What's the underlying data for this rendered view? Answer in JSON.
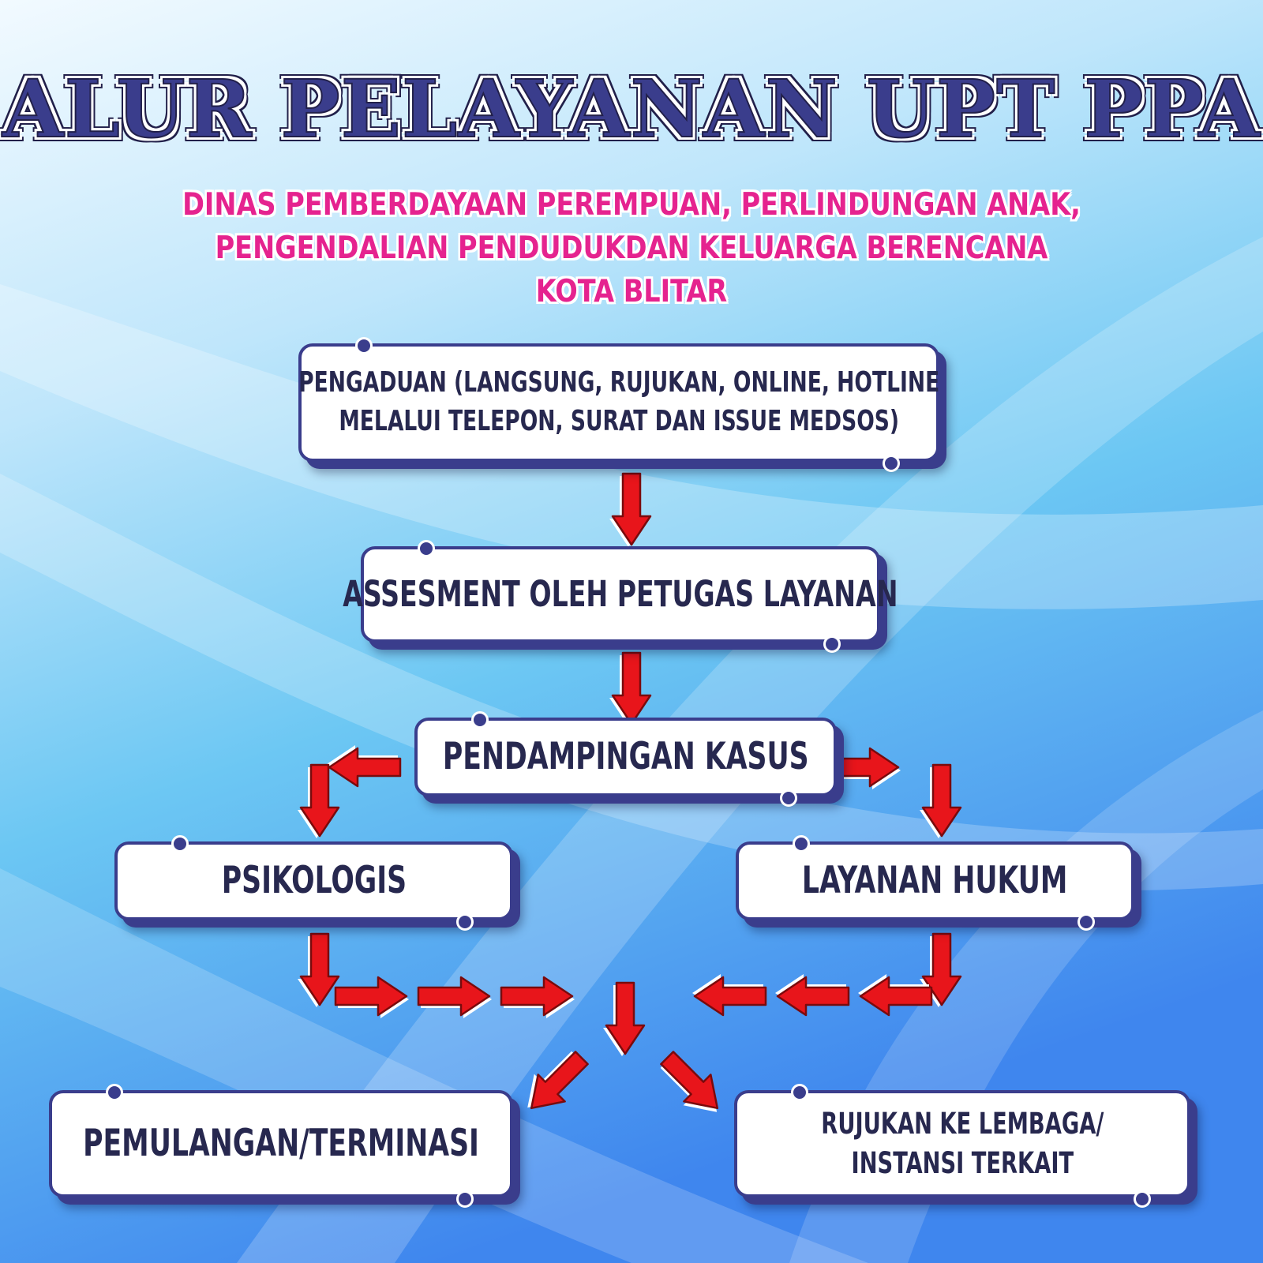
{
  "title": "ALUR PELAYANAN UPT PPA",
  "subtitle": {
    "line1": "DINAS PEMBERDAYAAN PEREMPUAN, PERLINDUNGAN ANAK,",
    "line2": "PENGENDALIAN PENDUDUKDAN KELUARGA BERENCANA",
    "line3": "KOTA BLITAR"
  },
  "nodes": {
    "pengaduan": {
      "line1": "PENGADUAN (LANGSUNG, RUJUKAN, ONLINE, HOTLINE",
      "line2": "MELALUI TELEPON, SURAT DAN ISSUE MEDSOS)"
    },
    "assesment": "ASSESMENT OLEH PETUGAS LAYANAN",
    "pendampingan": "PENDAMPINGAN KASUS",
    "psikologis": "PSIKOLOGIS",
    "layanan_hukum": "LAYANAN HUKUM",
    "pemulangan": "PEMULANGAN/TERMINASI",
    "rujukan": {
      "line1": "RUJUKAN KE LEMBAGA/",
      "line2": "INSTANSI TERKAIT"
    }
  },
  "colors": {
    "title_fill": "#3a3d8c",
    "subtitle_text": "#e5238f",
    "box_border": "#3a3d8c",
    "box_text": "#27284f",
    "arrow_fill": "#e8151b",
    "arrow_outline": "#7a0a0c",
    "dot": "#3a3d8c",
    "background_top": "#e9f6fd",
    "background_bottom": "#3f8ff0"
  }
}
